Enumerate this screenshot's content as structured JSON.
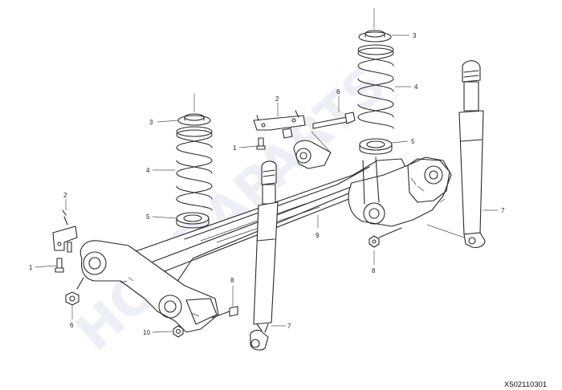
{
  "watermark": "HONDAPARTS",
  "diagram_code": "X502110301",
  "callouts": [
    {
      "id": "c-3-left",
      "num": "3",
      "part": "spring-upper-seat"
    },
    {
      "id": "c-4-left",
      "num": "4",
      "part": "coil-spring"
    },
    {
      "id": "c-5-left",
      "num": "5",
      "part": "spring-lower-seat"
    },
    {
      "id": "c-2-left",
      "num": "2",
      "part": "bracket"
    },
    {
      "id": "c-1-left",
      "num": "1",
      "part": "bolt"
    },
    {
      "id": "c-6-left",
      "num": "6",
      "part": "nut"
    },
    {
      "id": "c-10",
      "num": "10",
      "part": "nut"
    },
    {
      "id": "c-8-left",
      "num": "8",
      "part": "bolt"
    },
    {
      "id": "c-7-left",
      "num": "7",
      "part": "shock-absorber"
    },
    {
      "id": "c-2-center",
      "num": "2",
      "part": "bracket"
    },
    {
      "id": "c-1-center",
      "num": "1",
      "part": "bolt"
    },
    {
      "id": "c-6-center",
      "num": "6",
      "part": "bolt"
    },
    {
      "id": "c-9",
      "num": "9",
      "part": "axle-beam"
    },
    {
      "id": "c-3-right",
      "num": "3",
      "part": "spring-upper-seat"
    },
    {
      "id": "c-4-right",
      "num": "4",
      "part": "coil-spring"
    },
    {
      "id": "c-5-right",
      "num": "5",
      "part": "spring-lower-seat"
    },
    {
      "id": "c-7-right",
      "num": "7",
      "part": "shock-absorber"
    },
    {
      "id": "c-8-right",
      "num": "8",
      "part": "bolt"
    }
  ]
}
